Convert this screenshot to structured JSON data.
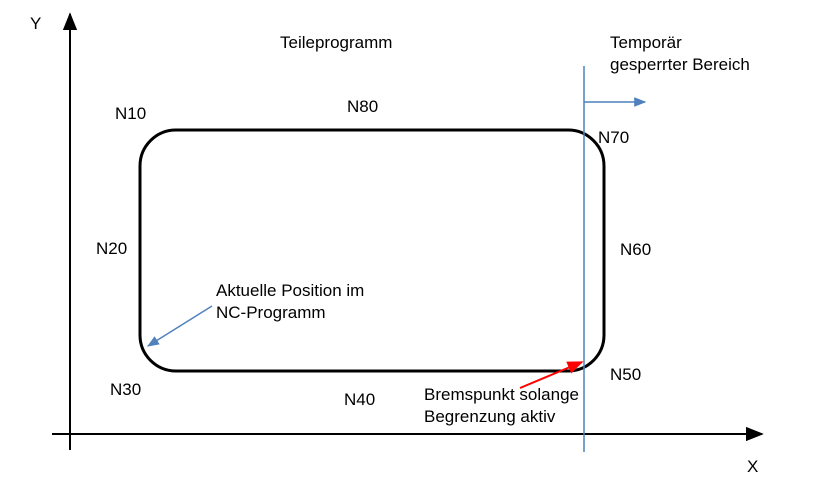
{
  "axes": {
    "x_label": "X",
    "y_label": "Y"
  },
  "title": "Teileprogramm",
  "blocks": {
    "n10": "N10",
    "n20": "N20",
    "n30": "N30",
    "n40": "N40",
    "n50": "N50",
    "n60": "N60",
    "n70": "N70",
    "n80": "N80"
  },
  "restricted_area": {
    "line1": "Temporär",
    "line2": "gesperrter Bereich"
  },
  "current_position": {
    "line1": "Aktuelle Position im",
    "line2": "NC-Programm"
  },
  "brake_point": {
    "line1": "Bremspunkt solange",
    "line2": "Begrenzung aktiv"
  },
  "colors": {
    "line": "#000000",
    "boundary": "#4f81bd",
    "brake_arrow": "#ff0000"
  },
  "icons": {
    "arrow": "arrow-right-icon"
  }
}
